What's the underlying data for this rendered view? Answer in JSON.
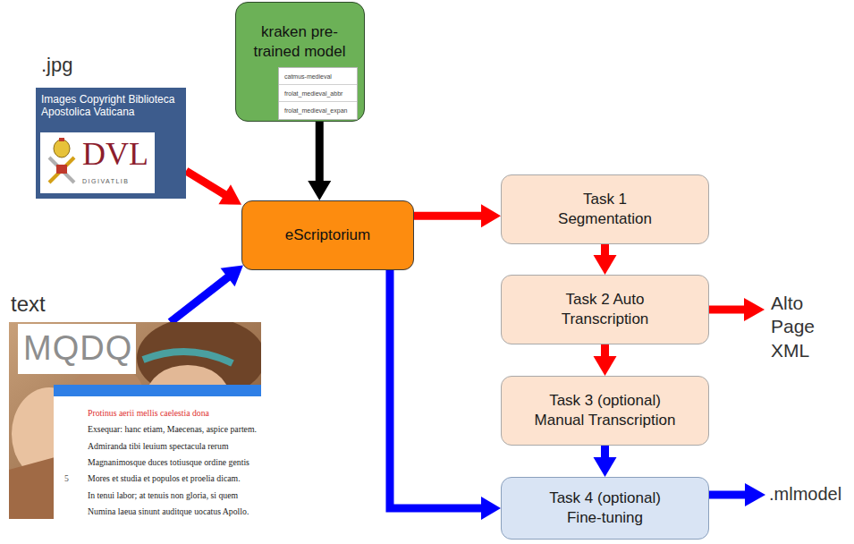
{
  "diagram": {
    "nodes": [
      {
        "text": [
          "kraken pre-trained model"
        ]
      },
      {
        "text": [
          "catmus-medieval",
          "frolat_medieval_abbr",
          "frolat_medieval_expan"
        ],
        "in": 0
      },
      {
        "text": [
          ".jpg",
          "Images Copyright Biblioteca Apostolica Vaticana",
          "DVL",
          "DIGIVATLIB"
        ]
      },
      {
        "text": [
          "eScriptorium"
        ]
      },
      {
        "text": [
          "Task 1 Segmentation"
        ]
      },
      {
        "text": [
          "Task 2 Auto Transcription"
        ]
      },
      {
        "text": [
          "Task 3 (optional) Manual Transcription"
        ]
      },
      {
        "text": [
          "text",
          "MQDQ",
          "Protinus aerii mellis caelestia dona",
          "Exsequar: hanc etiam, Maecenas, aspice partem.",
          "Admiranda tibi leuium spectacula rerum",
          "Magnanimosque duces totiusque ordine gentis",
          "5",
          "Mores et studia et populos et proelia dicam.",
          "In tenui labor; at tenuis non gloria, si quem",
          "Numina laeua sinunt auditque uocatus Apollo."
        ]
      },
      {
        "text": [
          "Task 4 (optional) Fine-tuning"
        ]
      }
    ],
    "edges": [
      {
        "from": 2,
        "to": 3,
        "arrow": "to"
      },
      {
        "from": 0,
        "to": 3,
        "arrow": "to"
      },
      {
        "from": 7,
        "to": 3,
        "arrow": "to"
      },
      {
        "from": 3,
        "to": 4,
        "arrow": "to"
      },
      {
        "from": 4,
        "to": 5,
        "arrow": "to"
      },
      {
        "from": 5,
        "to": 6,
        "arrow": "to"
      },
      {
        "from": 6,
        "to": 8,
        "arrow": "to"
      },
      {
        "from": 3,
        "to": 8,
        "arrow": "to"
      }
    ],
    "labels": [
      "Alto Page XML",
      ".mlmodel"
    ]
  }
}
